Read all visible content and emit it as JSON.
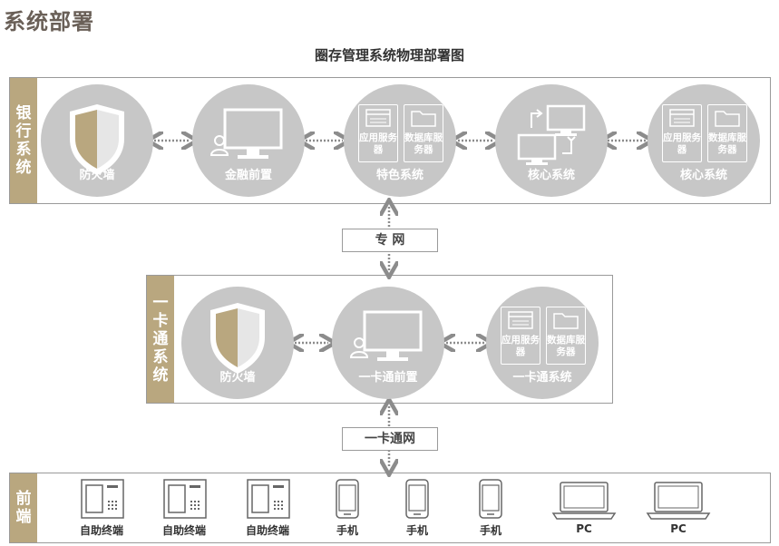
{
  "page_title": "系统部署",
  "diagram_title": "圈存管理系统物理部署图",
  "bank": {
    "label": "银行系统",
    "nodes": [
      {
        "label": "防火墙",
        "icon": "shield-icon"
      },
      {
        "label": "金融前置",
        "icon": "monitor-operator-icon"
      },
      {
        "label": "特色系统",
        "icon": "servers-icon",
        "servers": [
          "应用服务器",
          "数据库服务器"
        ]
      },
      {
        "label": "核心系统",
        "icon": "sync-monitors-icon"
      },
      {
        "label": "核心系统",
        "icon": "servers-icon",
        "servers": [
          "应用服务器",
          "数据库服务器"
        ]
      }
    ]
  },
  "private_network": "专 网",
  "card": {
    "label": "一卡通系统",
    "nodes": [
      {
        "label": "防火墙",
        "icon": "shield-icon"
      },
      {
        "label": "一卡通前置",
        "icon": "monitor-operator-icon"
      },
      {
        "label": "一卡通系统",
        "icon": "servers-icon",
        "servers": [
          "应用服务器",
          "数据库服务器"
        ]
      }
    ]
  },
  "card_network": "一卡通网",
  "terminal": {
    "label": "前端",
    "devices": [
      {
        "label": "自助终端",
        "icon": "kiosk-icon"
      },
      {
        "label": "自助终端",
        "icon": "kiosk-icon"
      },
      {
        "label": "自助终端",
        "icon": "kiosk-icon"
      },
      {
        "label": "手机",
        "icon": "phone-icon"
      },
      {
        "label": "手机",
        "icon": "phone-icon"
      },
      {
        "label": "手机",
        "icon": "phone-icon"
      },
      {
        "label": "PC",
        "icon": "laptop-icon"
      },
      {
        "label": "PC",
        "icon": "laptop-icon"
      }
    ]
  },
  "colors": {
    "accent": "#b9a77f",
    "node": "#c7c7c7",
    "arrow": "#8c8c8c",
    "title": "#6a6058"
  }
}
